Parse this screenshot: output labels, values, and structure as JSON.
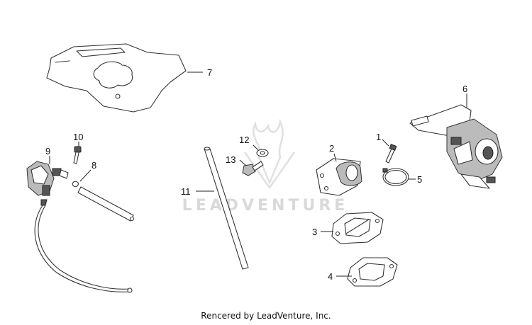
{
  "watermark": {
    "text": "LEADVENTURE"
  },
  "footer": {
    "credit": "Rencered by LeadVenture, Inc."
  },
  "callouts": {
    "c1": "1",
    "c2": "2",
    "c3": "3",
    "c4": "4",
    "c5": "5",
    "c6": "6",
    "c7": "7",
    "c8": "8",
    "c9": "9",
    "c10": "10",
    "c11": "11",
    "c12": "12",
    "c13": "13"
  }
}
